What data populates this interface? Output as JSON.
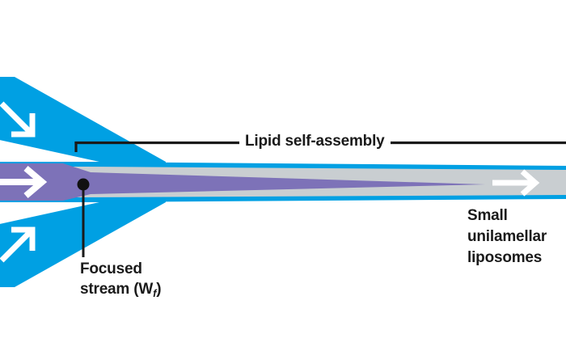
{
  "figure": {
    "type": "microfluidic-flow-focusing-diagram",
    "background_color": "#ffffff"
  },
  "colors": {
    "sheath_cyan": "#00A0E3",
    "focused_stream_purple": "#7D72B8",
    "channel_gray": "#C9CED1",
    "text_black": "#1a1a1a",
    "arrow_white": "#ffffff"
  },
  "annotations": {
    "bracket_label": "Lipid self-assembly",
    "focused_stream": {
      "line1": "Focused",
      "line2_prefix": "stream (W",
      "line2_subscript": "f",
      "line2_suffix": ")"
    },
    "liposomes": {
      "line1": "Small",
      "line2": "unilamellar",
      "line3": "liposomes"
    }
  },
  "flow_arrows": [
    {
      "name": "top-inlet-arrow",
      "direction": "down-right",
      "color": "#ffffff"
    },
    {
      "name": "center-inlet-arrow",
      "direction": "right",
      "color": "#ffffff"
    },
    {
      "name": "bottom-inlet-arrow",
      "direction": "up-right",
      "color": "#ffffff"
    },
    {
      "name": "outlet-arrow",
      "direction": "right",
      "color": "#ffffff"
    }
  ],
  "channel": {
    "inlets": [
      "top-diagonal-sheath",
      "center-horizontal-lipid",
      "bottom-diagonal-sheath"
    ],
    "outlet": "right-horizontal-channel"
  }
}
